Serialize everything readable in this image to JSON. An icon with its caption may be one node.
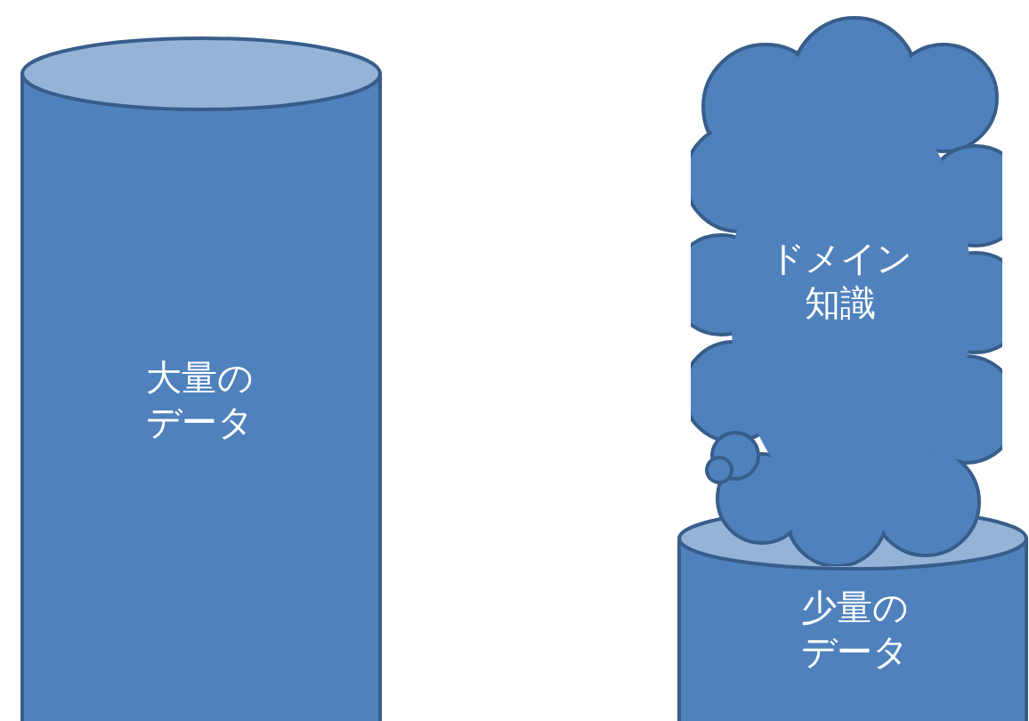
{
  "diagram": {
    "nodes": [
      {
        "text": [
          "大量のデータ"
        ]
      },
      {
        "text": [
          "少量のデータ"
        ]
      },
      {
        "text": [
          "ドメイン知識"
        ]
      }
    ]
  }
}
